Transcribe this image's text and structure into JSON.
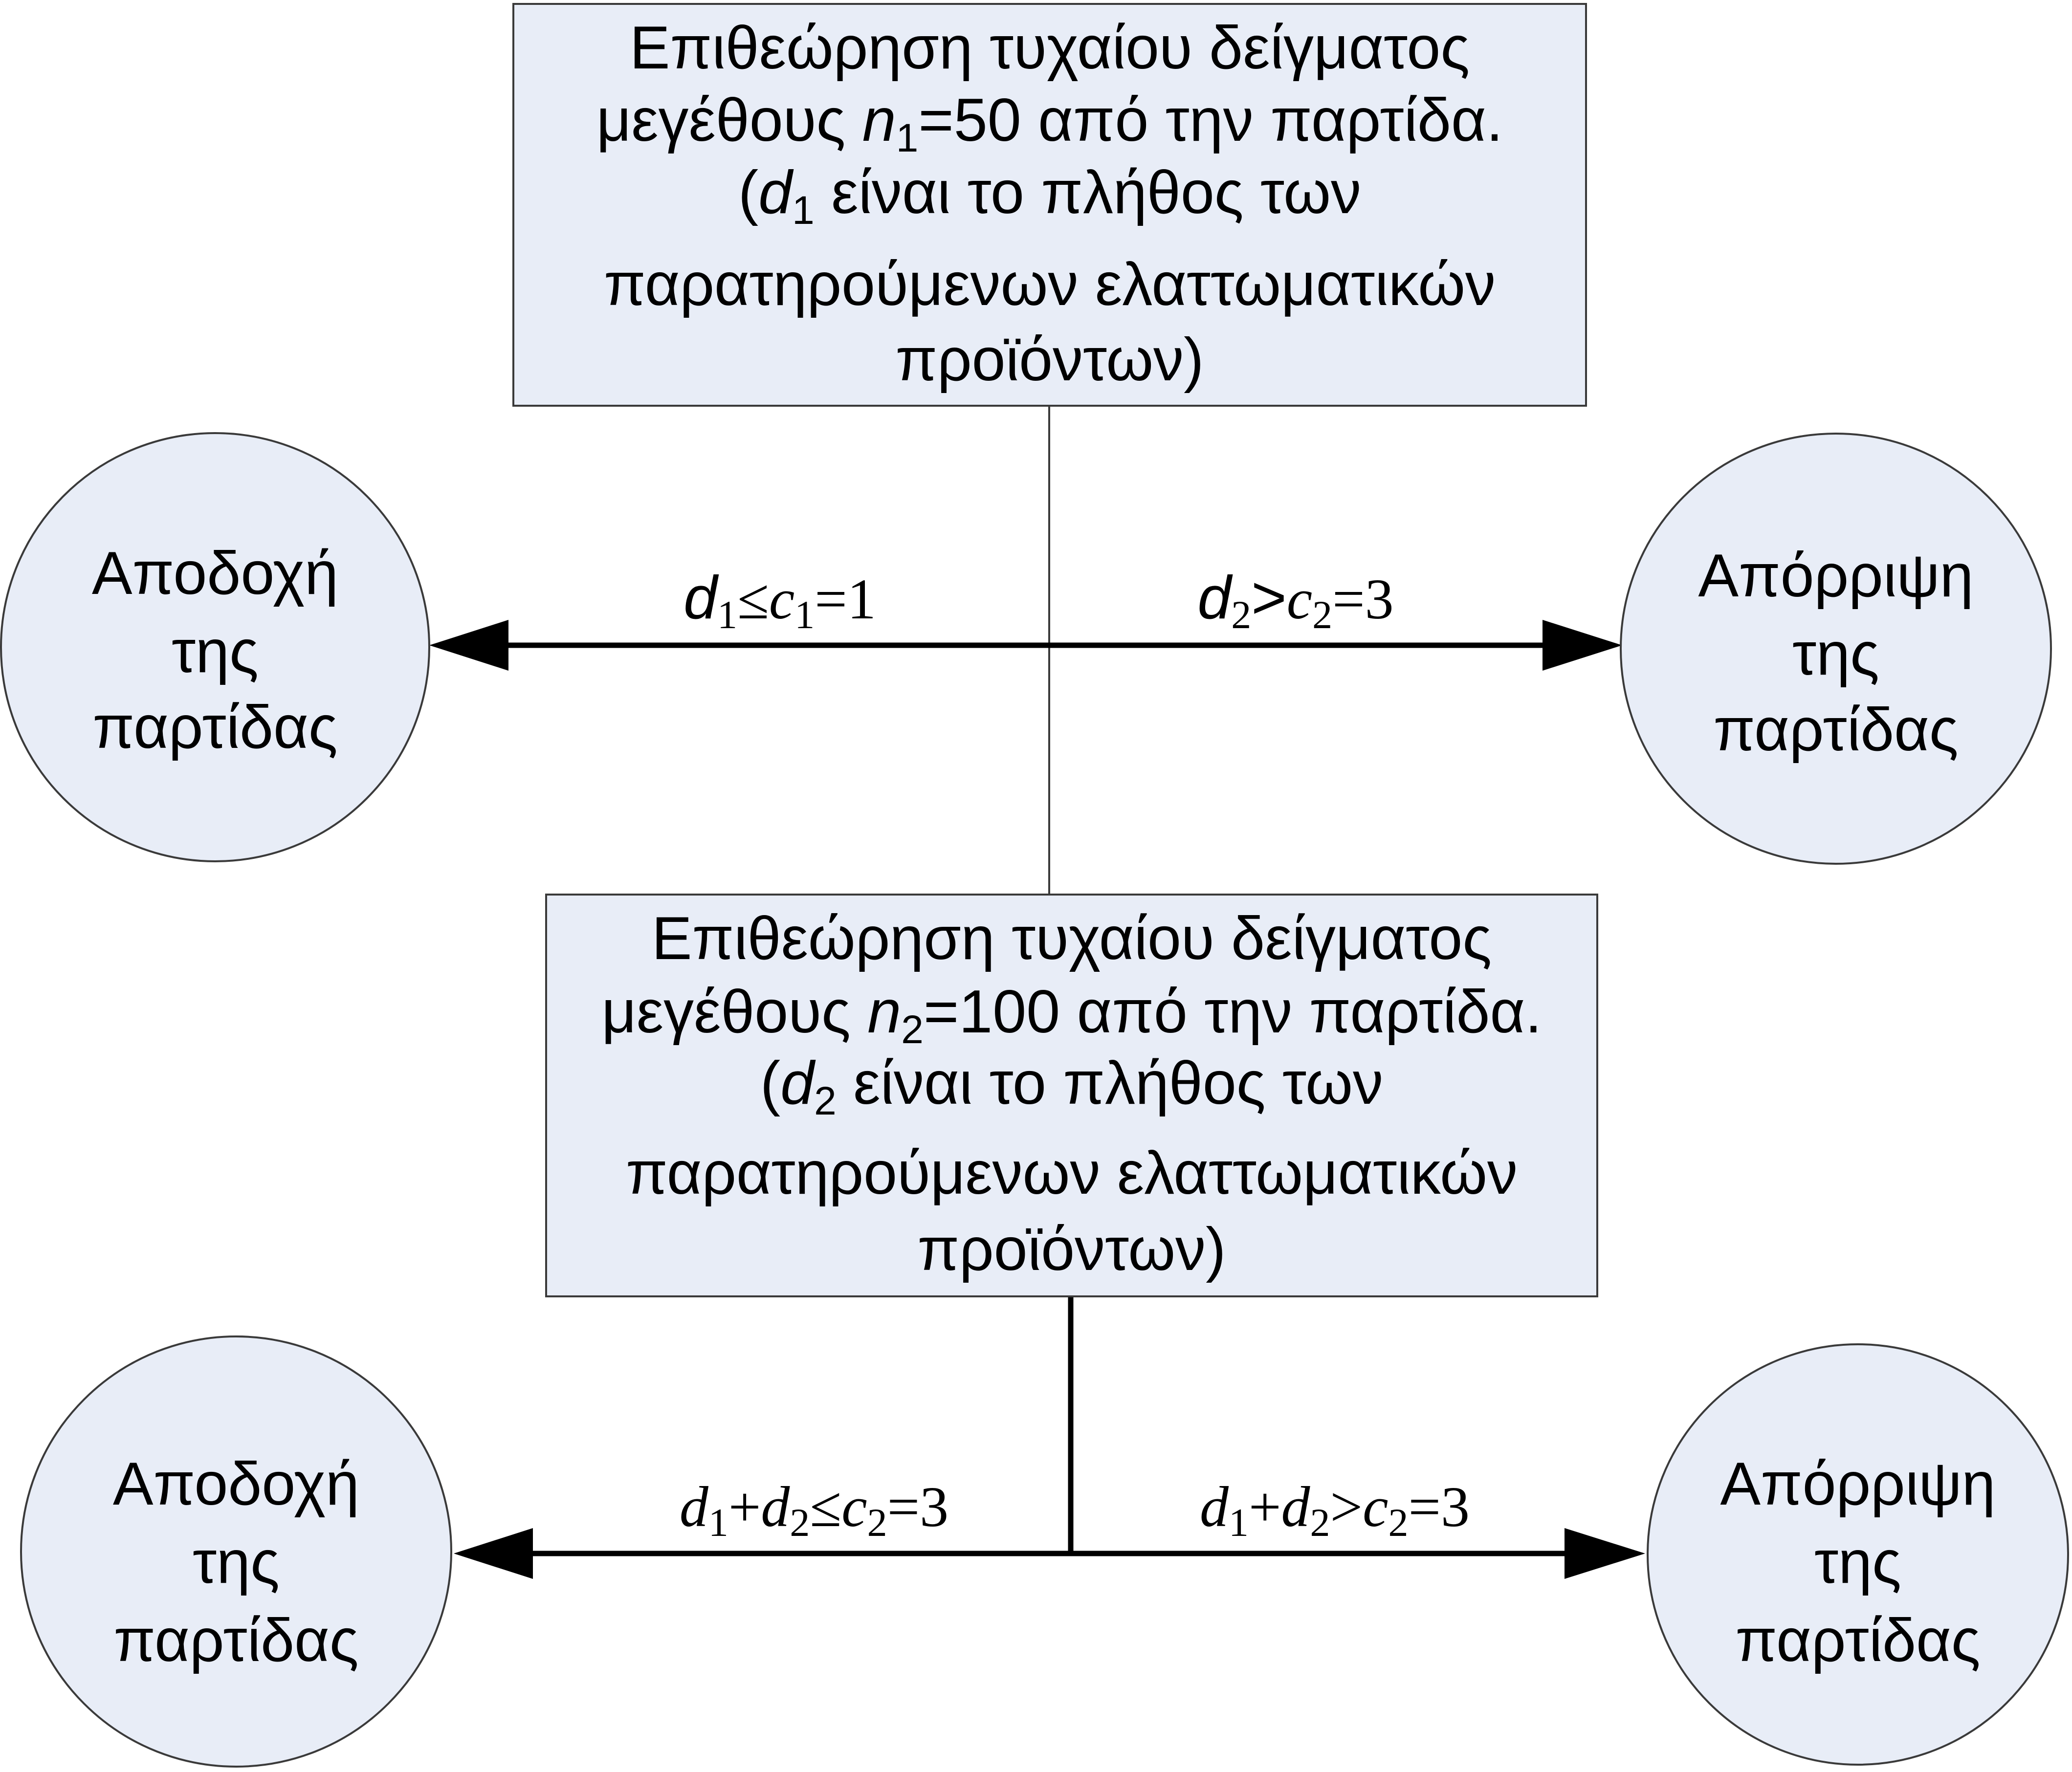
{
  "step1": {
    "line1": "Επιθεώρηση τυχαίου δείγματος",
    "line2_pre": "μεγέθους ",
    "n_var": "n",
    "n_sub": "1",
    "line2_post": "=50 από την παρτίδα.",
    "line3_pre": "(",
    "d_var": "d",
    "d_sub": "1",
    "line3_post": " είναι το πλήθος των",
    "line4": "παρατηρούμενων ελαττωματικών",
    "line5": "προϊόντων)"
  },
  "step2": {
    "line1": "Επιθεώρηση τυχαίου δείγματος",
    "line2_pre": "μεγέθους ",
    "n_var": "n",
    "n_sub": "2",
    "line2_post": "=100 από την παρτίδα.",
    "line3_pre": "(",
    "d_var": "d",
    "d_sub": "2",
    "line3_post": " είναι το πλήθος των",
    "line4": "παρατηρούμενων ελαττωματικών",
    "line5": "προϊόντων)"
  },
  "nodes": {
    "accept": [
      "Αποδοχή",
      "της",
      "παρτίδας"
    ],
    "reject": [
      "Απόρριψη",
      "της",
      "παρτίδας"
    ]
  },
  "edges": {
    "accept1": {
      "d": "d",
      "d_sub": "1",
      "op": "≤",
      "c": "c",
      "c_sub": "1",
      "val": "=1"
    },
    "reject1": {
      "d": "d",
      "d_sub": "2",
      "op": ">",
      "c": "c",
      "c_sub": "2",
      "val": "=3"
    },
    "accept2": {
      "d1": "d",
      "d1_sub": "1",
      "plus": "+",
      "d2": "d",
      "d2_sub": "2",
      "op": "≤",
      "c": "c",
      "c_sub": "2",
      "val": "=3"
    },
    "reject2": {
      "d1": "d",
      "d1_sub": "1",
      "plus": "+",
      "d2": "d",
      "d2_sub": "2",
      "op": ">",
      "c": "c",
      "c_sub": "2",
      "val": "=3"
    }
  },
  "colors": {
    "fill": "#e8edf7",
    "stroke": "#3a3a3a",
    "arrow": "#000000"
  }
}
